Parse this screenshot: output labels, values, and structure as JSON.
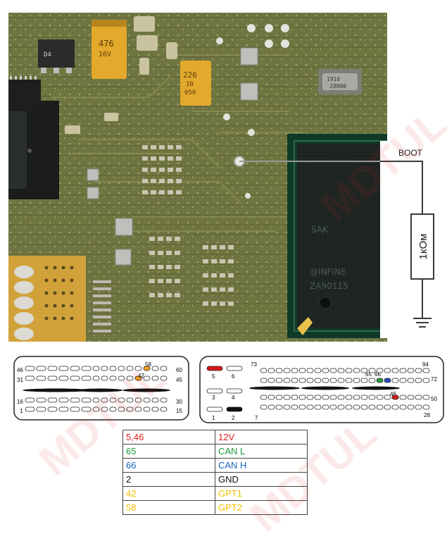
{
  "photo": {
    "chip_marks": [
      "476",
      "16V",
      "226",
      "10",
      "050",
      "1916",
      "20000",
      "SAK",
      "@INFINE",
      "ZA90115"
    ],
    "chip_marks_labels": [
      "476 16V",
      "226 10 050",
      "1916 20000",
      "SAK @INFINE ZA90115"
    ],
    "boot_label": "BOOT",
    "resistor_label": "1кОм"
  },
  "connector_left": {
    "labels": [
      "46",
      "60",
      "31",
      "45",
      "16",
      "30",
      "1",
      "15",
      "58",
      "42"
    ]
  },
  "connector_right": {
    "labels": [
      "5",
      "6",
      "3",
      "4",
      "1",
      "2",
      "7",
      "73",
      "94",
      "72",
      "50",
      "28",
      "65",
      "66",
      "46"
    ]
  },
  "wiring_table": {
    "rows": [
      {
        "pin": "5,46",
        "signal": "12V",
        "color": "#e02020"
      },
      {
        "pin": "65",
        "signal": "CAN L",
        "color": "#1a9a3a"
      },
      {
        "pin": "66",
        "signal": "CAN H",
        "color": "#1565c0"
      },
      {
        "pin": "2",
        "signal": "GND",
        "color": "#111111"
      },
      {
        "pin": "42",
        "signal": "GPT1",
        "color": "#f0c000"
      },
      {
        "pin": "58",
        "signal": "GPT2",
        "color": "#f0c000"
      }
    ]
  },
  "watermark": {
    "text": "MDTUL"
  },
  "colors": {
    "pcb": "#6f7540",
    "chip": "#1e2422",
    "orange_pin": "#f2a020",
    "red_pin": "#d81818",
    "green_pin": "#2a9d3a",
    "blue_pin": "#2950c0"
  }
}
